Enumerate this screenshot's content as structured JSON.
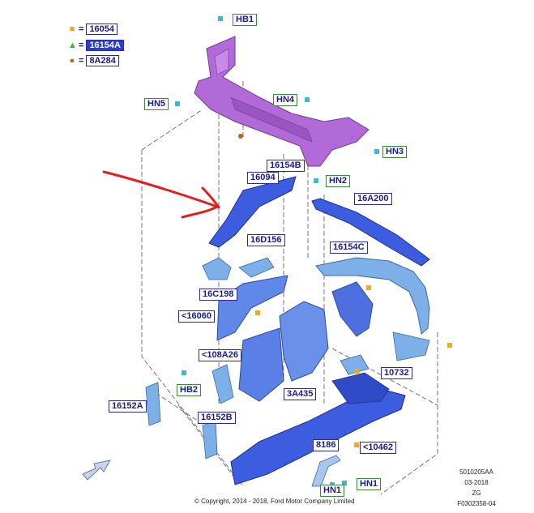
{
  "legend": [
    {
      "symbol": "square",
      "color": "#f5a623",
      "label": "16054"
    },
    {
      "symbol": "triangle",
      "color": "#3cb043",
      "label": "16154A"
    },
    {
      "symbol": "circle",
      "color": "#b5651d",
      "label": "8A284"
    }
  ],
  "callouts": {
    "hb1": "HB1",
    "hn4": "HN4",
    "hn5": "HN5",
    "hn3": "HN3",
    "p16154b": "16154B",
    "p16094": "16094",
    "hn2": "HN2",
    "p16a200": "16A200",
    "p16d156": "16D156",
    "p16154c": "16154C",
    "p16c198": "16C198",
    "p16060": "<16060",
    "p108a26": "<108A26",
    "p10732": "10732",
    "hb2": "HB2",
    "p3a435": "3A435",
    "p16152a": "16152A",
    "p16152b": "16152B",
    "p8186": "8186",
    "p10462": "<10462",
    "hn1a": "HN1",
    "hn1b": "HN1"
  },
  "colors": {
    "purple_part": "#b36ad9",
    "blue_part": "#3d5de0",
    "light_blue_part": "#7db0e8",
    "annotation_arrow": "#e02020"
  },
  "footer": {
    "copyright": "© Copyright, 2014 - 2018, Ford Motor Company Limited",
    "code1": "5010205AA",
    "code2": "03-2018",
    "code3": "ZG",
    "code4": "F0302358-04"
  },
  "icons": [
    "direction-arrow-icon",
    "bolt-icon",
    "nut-icon"
  ]
}
